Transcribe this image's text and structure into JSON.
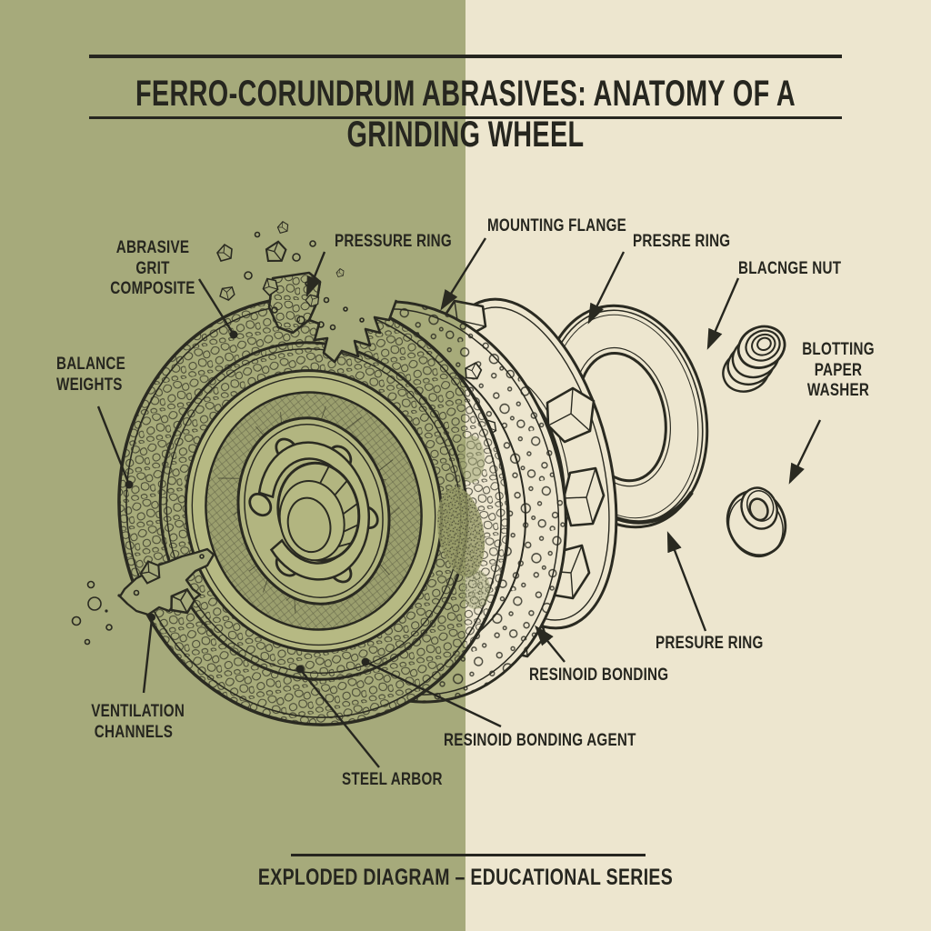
{
  "header": {
    "title": "FERRO-CORUNDRUM ABRASIVES: ANATOMY OF A GRINDING WHEEL"
  },
  "footer": {
    "text": "EXPLODED DIAGRAM – EDUCATIONAL SERIES"
  },
  "colors": {
    "left_background": "#a6aa7b",
    "right_background": "#ede6cf",
    "ink": "#2a2a21",
    "wash_olive": "#969a66"
  },
  "callouts": [
    {
      "id": "abrasive-grit-composite",
      "text": "ABRASIVE GRIT\nCOMPOSITE"
    },
    {
      "id": "pressure-ring-top",
      "text": "PRESSURE RING"
    },
    {
      "id": "mounting-flange",
      "text": "MOUNTING FLANGE"
    },
    {
      "id": "presre-ring",
      "text": "PRESRE RING"
    },
    {
      "id": "blacnge-nut",
      "text": "BLACNGE NUT"
    },
    {
      "id": "blotting-paper-washer",
      "text": "BLOTTING\nPAPER\nWASHER"
    },
    {
      "id": "balance-weights",
      "text": "BALANCE\nWEIGHTS"
    },
    {
      "id": "ventilation-channels",
      "text": "VENTILATION\nCHANNELS"
    },
    {
      "id": "resinoid-bonding",
      "text": "RESINOID BONDING"
    },
    {
      "id": "presure-ring-bottom",
      "text": "PRESURE RING"
    },
    {
      "id": "resinoid-bonding-agent",
      "text": "RESINOID BONDING AGENT"
    },
    {
      "id": "steel-arbor",
      "text": "STEEL ARBOR"
    }
  ]
}
